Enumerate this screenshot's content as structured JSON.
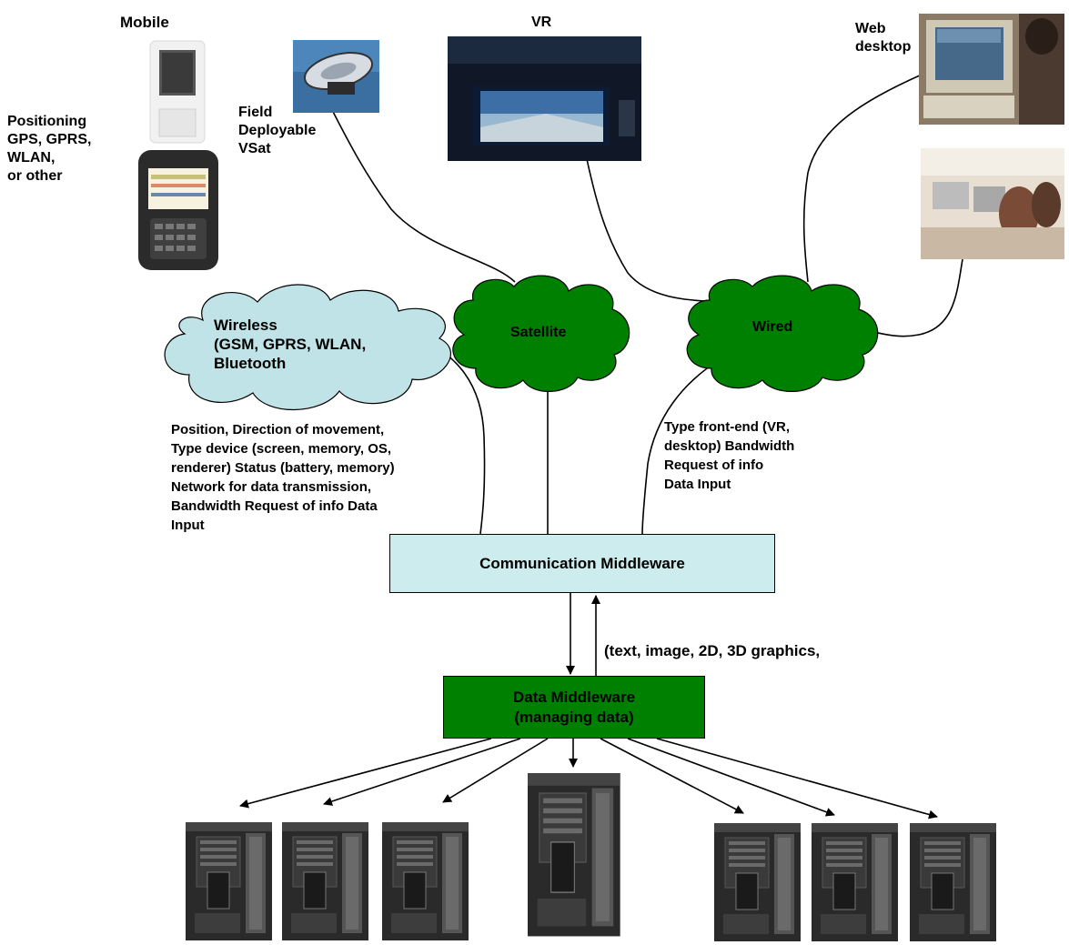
{
  "devices": {
    "mobile_label": "Mobile",
    "positioning_label": [
      "Positioning",
      "GPS, GPRS,",
      "WLAN,",
      "or other"
    ],
    "vsat_label": [
      "Field",
      "Deployable",
      "VSat"
    ],
    "vr_label": "VR",
    "web_desktop_label": [
      "Web",
      "desktop"
    ]
  },
  "networks": {
    "wireless_label": [
      "Wireless",
      "(GSM, GPRS, WLAN,",
      "Bluetooth"
    ],
    "satellite_label": "Satellite",
    "wired_label": "Wired"
  },
  "descriptions": {
    "wireless_info": [
      "Position, Direction of movement,",
      "Type device (screen, memory, OS,",
      "renderer) Status (battery, memory)",
      "Network for data transmission,",
      "Bandwidth Request of info Data",
      "Input"
    ],
    "wired_info": [
      "Type front-end (VR,",
      "desktop) Bandwidth",
      "Request of info",
      "Data Input"
    ],
    "data_flow": "(text, image, 2D, 3D graphics,"
  },
  "middleware": {
    "communication": "Communication Middleware",
    "data": [
      "Data Middleware",
      "(managing data)"
    ]
  },
  "colors": {
    "wireless_cloud": "#bfe3e6",
    "green_cloud": "#008000",
    "comm_box": "#ccecee",
    "data_box": "#008000"
  },
  "servers": [
    "server",
    "server",
    "server",
    "main-server",
    "server",
    "server",
    "server"
  ]
}
